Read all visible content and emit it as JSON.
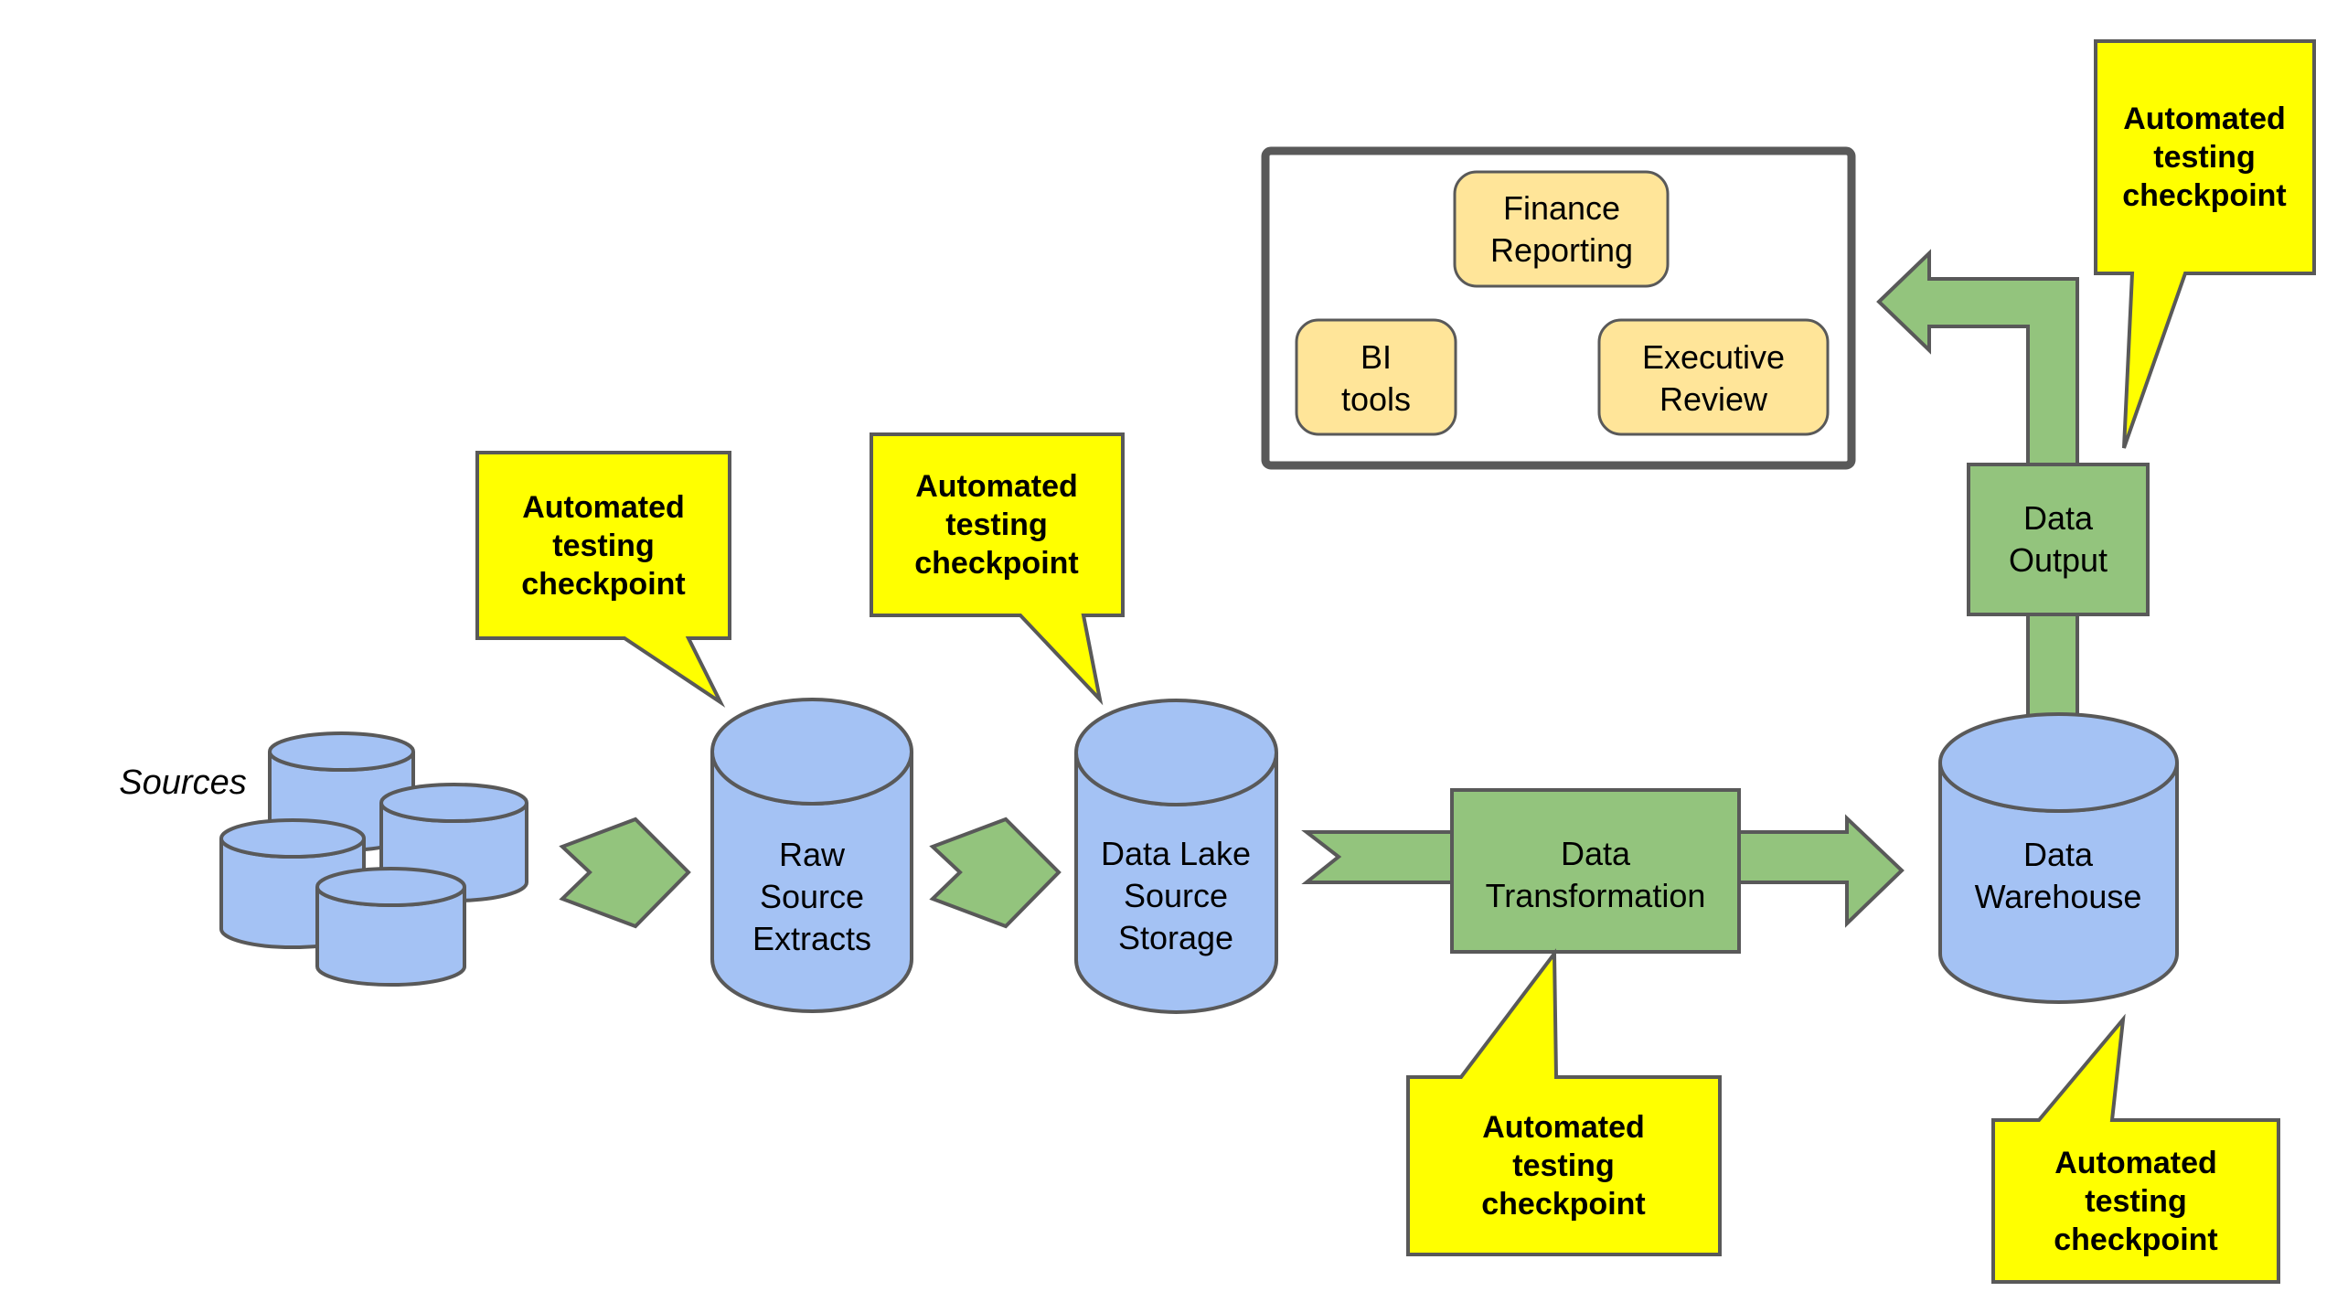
{
  "diagram": {
    "sources_label": "Sources",
    "nodes": {
      "raw_source_extracts": {
        "label": "Raw\nSource\nExtracts"
      },
      "data_lake_source_storage": {
        "label": "Data Lake\nSource\nStorage"
      },
      "data_transformation": {
        "label": "Data\nTransformation"
      },
      "data_warehouse": {
        "label": "Data\nWarehouse"
      },
      "data_output": {
        "label": "Data\nOutput"
      },
      "finance_reporting": {
        "label": "Finance\nReporting"
      },
      "bi_tools": {
        "label": "BI\ntools"
      },
      "executive_review": {
        "label": "Executive\nReview"
      }
    },
    "callouts": {
      "raw_source_extracts": {
        "label": "Automated\ntesting\ncheckpoint"
      },
      "data_lake": {
        "label": "Automated\ntesting\ncheckpoint"
      },
      "data_transformation": {
        "label": "Automated\ntesting\ncheckpoint"
      },
      "data_warehouse": {
        "label": "Automated\ntesting\ncheckpoint"
      },
      "data_output": {
        "label": "Automated\ntesting\ncheckpoint"
      }
    },
    "colors": {
      "cylinder_blue": "#a4c2f4",
      "process_green": "#93c47d",
      "callout_yellow": "#ffff00",
      "app_tan": "#ffe599",
      "stroke_gray": "#595959",
      "container_white": "#ffffff",
      "text_black": "#000000"
    }
  }
}
